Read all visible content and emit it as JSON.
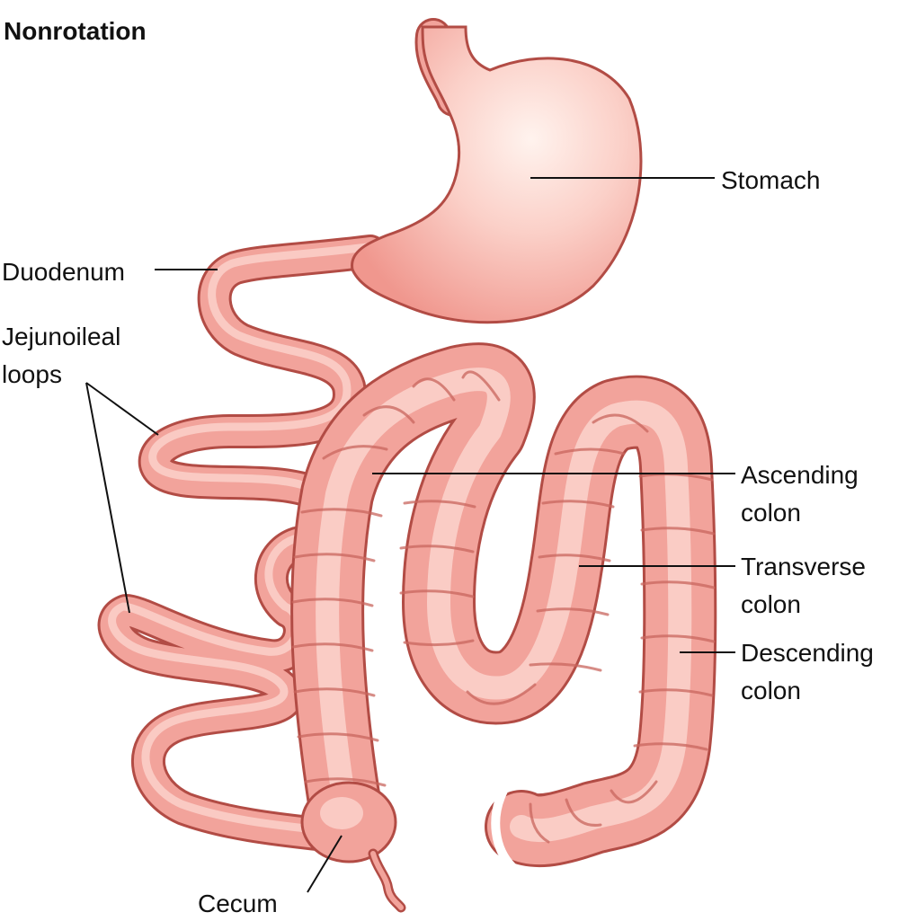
{
  "title": "Nonrotation",
  "labels": {
    "stomach": "Stomach",
    "duodenum": "Duodenum",
    "jejunoileal_1": "Jejunoileal",
    "jejunoileal_2": "loops",
    "ascending_1": "Ascending",
    "ascending_2": "colon",
    "transverse_1": "Transverse",
    "transverse_2": "colon",
    "descending_1": "Descending",
    "descending_2": "colon",
    "cecum": "Cecum"
  },
  "colors": {
    "tissue": "#f2a39b",
    "outline": "#b24c45",
    "highlight": "#fde4df",
    "text": "#111111"
  }
}
